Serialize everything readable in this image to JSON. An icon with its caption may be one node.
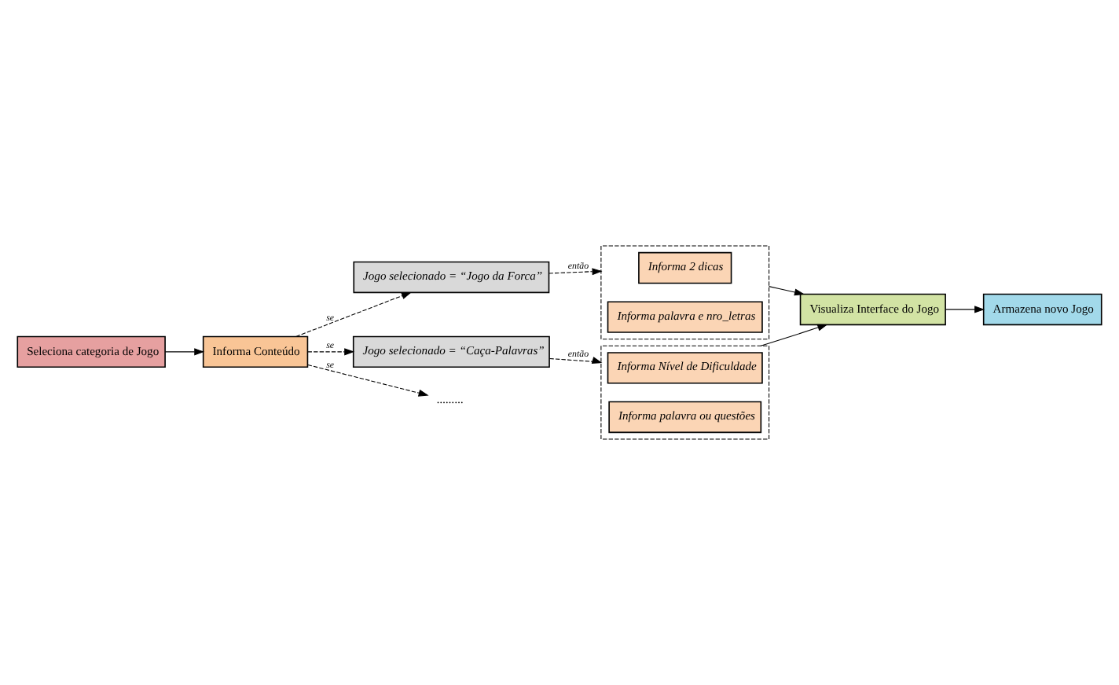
{
  "diagram": {
    "nodes": [
      {
        "text": [
          "Seleciona categoria de Jogo"
        ]
      },
      {
        "text": [
          "Informa Conteúdo"
        ]
      },
      {
        "text": [
          "Jogo selecionado = “Jogo da Forca”"
        ]
      },
      {
        "text": [
          "Jogo selecionado = “Caça-Palavras”"
        ]
      },
      {
        "text": [
          "........."
        ]
      },
      {
        "text": [],
        "shape": "box"
      },
      {
        "text": [
          "Informa 2 dicas"
        ],
        "in": 5
      },
      {
        "text": [
          "Informa palavra e nro_letras"
        ],
        "in": 5
      },
      {
        "text": [],
        "shape": "box"
      },
      {
        "text": [
          "Informa Nível de Dificuldade"
        ],
        "in": 8
      },
      {
        "text": [
          "Informa palavra ou questões"
        ],
        "in": 8
      },
      {
        "text": [
          "Visualiza Interface do Jogo"
        ]
      },
      {
        "text": [
          "Armazena novo Jogo"
        ]
      }
    ],
    "edges": [
      {
        "from": 0,
        "to": 1,
        "arrow": "to"
      },
      {
        "from": 1,
        "to": 2,
        "arrow": "to",
        "label": "se",
        "style": "dashed"
      },
      {
        "from": 1,
        "to": 3,
        "arrow": "to",
        "label": "se",
        "style": "dashed"
      },
      {
        "from": 1,
        "to": 4,
        "arrow": "to",
        "label": "se",
        "style": "dashed"
      },
      {
        "from": 2,
        "to": 5,
        "arrow": "to",
        "label": "então",
        "style": "dashed"
      },
      {
        "from": 3,
        "to": 8,
        "arrow": "to",
        "label": "então",
        "style": "dashed"
      },
      {
        "from": 8,
        "to": 11,
        "arrow": "to"
      },
      {
        "from": 5,
        "to": 11,
        "arrow": "to"
      },
      {
        "from": 11,
        "to": 12,
        "arrow": "to"
      }
    ]
  }
}
